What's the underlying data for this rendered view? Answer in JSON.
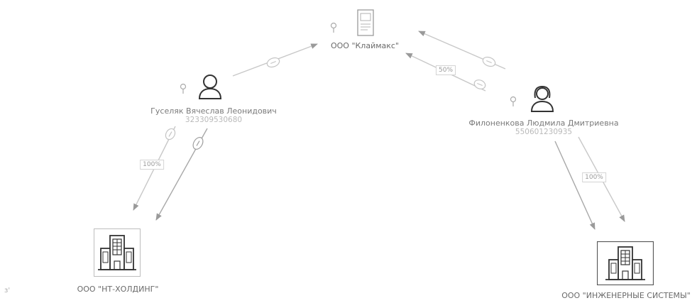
{
  "nodes": {
    "klimaks": {
      "name": "ООО \"Клаймакс\""
    },
    "guselyak": {
      "name": "Гуселяк Вячеслав Леонидович",
      "inn": "323309530680"
    },
    "filonenkova": {
      "name": "Филоненкова Людмила Дмитриевна",
      "inn": "550601230935"
    },
    "nt_holding": {
      "name": "ООО \"НТ-ХОЛДИНГ\""
    },
    "eng_systems": {
      "name": "ООО \"ИНЖЕНЕРНЫЕ СИСТЕМЫ\""
    }
  },
  "edges": {
    "fil_klimaks_share": "50%",
    "gus_nt_share": "100%",
    "fil_eng_share": "100%"
  },
  "corner_mark": "ɜ'",
  "colors": {
    "edge": "#c8c8c8",
    "icon": "#333333",
    "label": "#7a7a7a"
  }
}
